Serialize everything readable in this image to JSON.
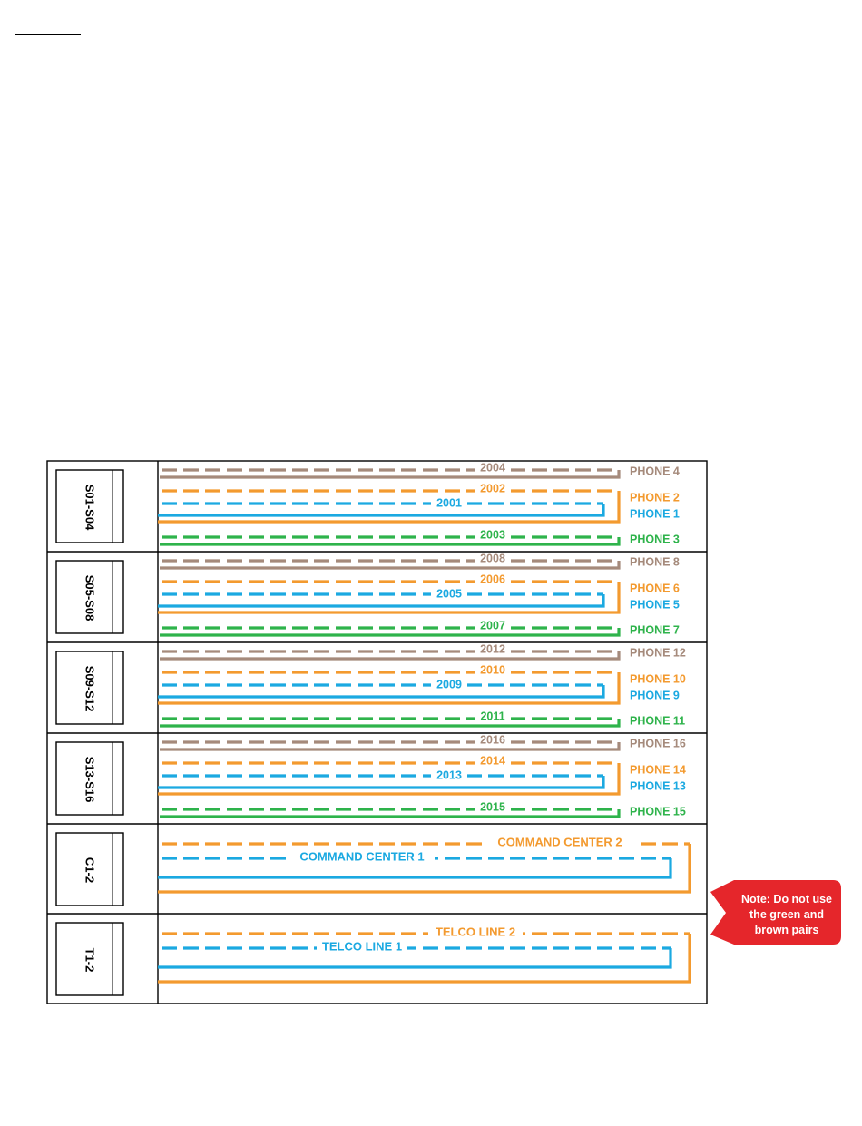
{
  "colors": {
    "brown": "#a58a7b",
    "orange": "#f39a2f",
    "blue": "#1ba9e1",
    "green": "#2eb34b",
    "frame": "#000000",
    "note_bg": "#e5262b",
    "note_text": "#ffffff"
  },
  "blocks": [
    {
      "label": "S01-S04",
      "pairs": [
        {
          "color": "brown",
          "port": "2004",
          "phone": "PHONE 4"
        },
        {
          "color": "orange",
          "port": "2002",
          "phone": "PHONE 2"
        },
        {
          "color": "blue",
          "port": "2001",
          "phone": "PHONE 1"
        },
        {
          "color": "green",
          "port": "2003",
          "phone": "PHONE 3"
        }
      ]
    },
    {
      "label": "S05-S08",
      "pairs": [
        {
          "color": "brown",
          "port": "2008",
          "phone": "PHONE 8"
        },
        {
          "color": "orange",
          "port": "2006",
          "phone": "PHONE 6"
        },
        {
          "color": "blue",
          "port": "2005",
          "phone": "PHONE 5"
        },
        {
          "color": "green",
          "port": "2007",
          "phone": "PHONE 7"
        }
      ]
    },
    {
      "label": "S09-S12",
      "pairs": [
        {
          "color": "brown",
          "port": "2012",
          "phone": "PHONE 12"
        },
        {
          "color": "orange",
          "port": "2010",
          "phone": "PHONE 10"
        },
        {
          "color": "blue",
          "port": "2009",
          "phone": "PHONE 9"
        },
        {
          "color": "green",
          "port": "2011",
          "phone": "PHONE 11"
        }
      ]
    },
    {
      "label": "S13-S16",
      "pairs": [
        {
          "color": "brown",
          "port": "2016",
          "phone": "PHONE 16"
        },
        {
          "color": "orange",
          "port": "2014",
          "phone": "PHONE 14"
        },
        {
          "color": "blue",
          "port": "2013",
          "phone": "PHONE 13"
        },
        {
          "color": "green",
          "port": "2015",
          "phone": "PHONE 15"
        }
      ]
    }
  ],
  "trunks": [
    {
      "label": "C1-2",
      "orange": "COMMAND CENTER 2",
      "blue": "COMMAND CENTER 1"
    },
    {
      "label": "T1-2",
      "orange": "TELCO LINE 2",
      "blue": "TELCO LINE 1"
    }
  ],
  "note": {
    "lines": [
      "Note: Do not use",
      "the green and",
      "brown pairs"
    ]
  }
}
